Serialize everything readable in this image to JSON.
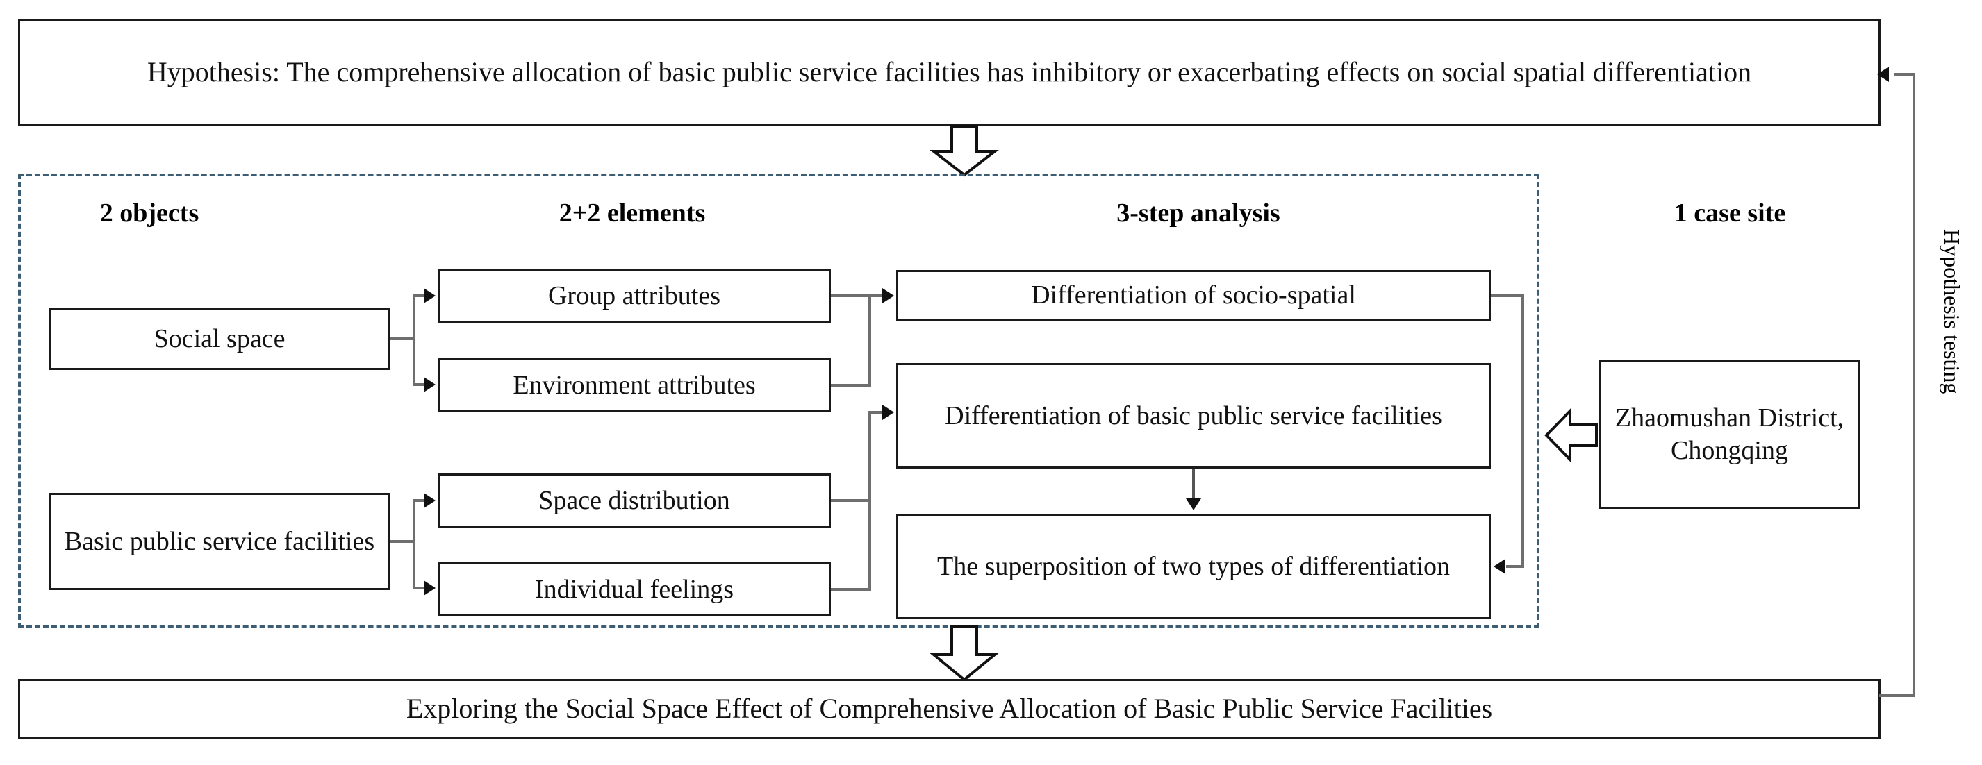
{
  "diagram": {
    "title_box": {
      "text": "Hypothesis: The comprehensive allocation of basic public service facilities has inhibitory or exacerbating effects on social spatial differentiation"
    },
    "column_headers": [
      {
        "label": "2 objects"
      },
      {
        "label": "2+2 elements"
      },
      {
        "label": "3-step analysis"
      },
      {
        "label": "1 case site"
      }
    ],
    "objects": [
      {
        "label": "Social space"
      },
      {
        "label": "Basic public service facilities"
      }
    ],
    "elements": [
      {
        "label": "Group attributes"
      },
      {
        "label": "Environment attributes"
      },
      {
        "label": "Space distribution"
      },
      {
        "label": "Individual feelings"
      }
    ],
    "analysis_steps": [
      {
        "label": "Differentiation of socio-spatial"
      },
      {
        "label": "Differentiation of basic public service facilities"
      },
      {
        "label": "The superposition of two types of differentiation"
      }
    ],
    "case_site": {
      "label": "Zhaomushan District, Chongqing"
    },
    "conclusion_box": {
      "text": "Exploring the Social Space Effect of Comprehensive Allocation of Basic Public Service Facilities"
    },
    "feedback_loop": {
      "label": "Hypothesis testing"
    },
    "icons": {
      "down_block_arrow_top": "block-arrow-down-icon",
      "down_block_arrow_bottom": "block-arrow-down-icon",
      "left_block_arrow_case": "block-arrow-left-icon"
    },
    "colors": {
      "dashed_region_border": "#3c5d74",
      "box_border": "#1a1a1a",
      "connector": "#6e6e6e",
      "text": "#000000",
      "background": "#ffffff"
    }
  }
}
